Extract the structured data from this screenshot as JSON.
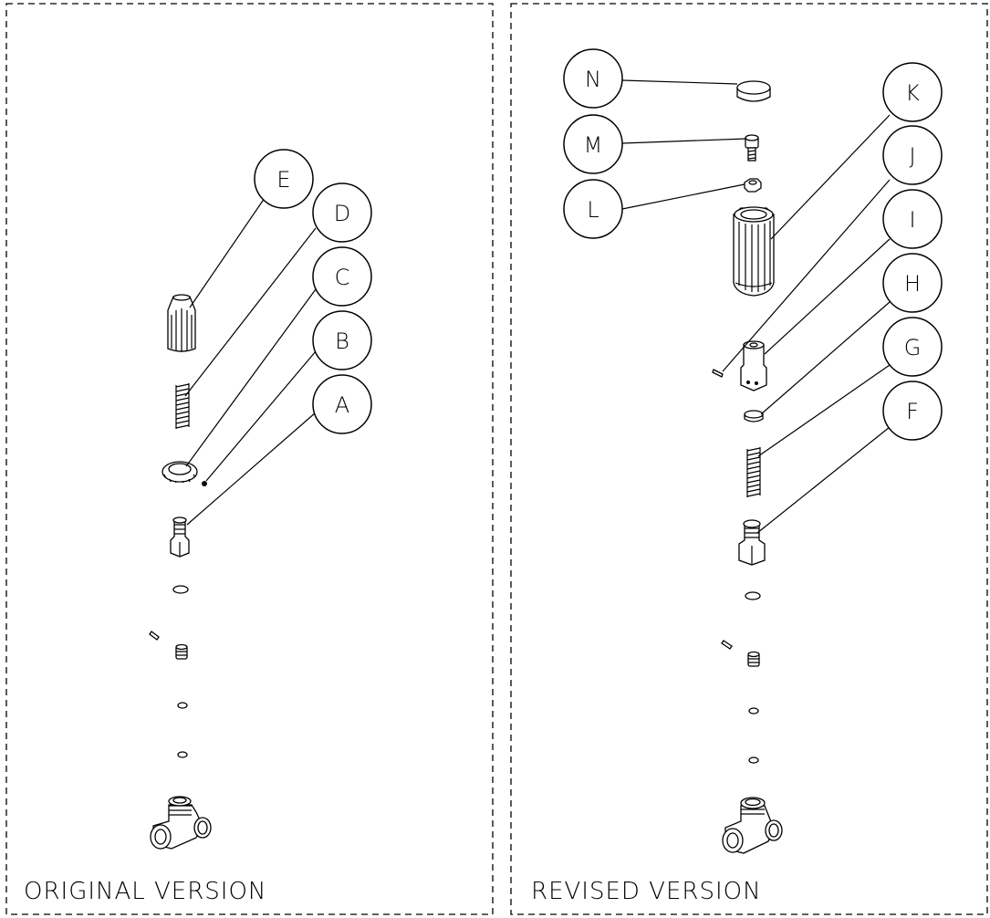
{
  "panels": {
    "original": {
      "label": "ORIGINAL  VERSION"
    },
    "revised": {
      "label": "REVISED  VERSION"
    }
  },
  "callouts": {
    "A": "A",
    "B": "B",
    "C": "C",
    "D": "D",
    "E": "E",
    "F": "F",
    "G": "G",
    "H": "H",
    "I": "I",
    "J": "J",
    "K": "K",
    "L": "L",
    "M": "M",
    "N": "N"
  }
}
